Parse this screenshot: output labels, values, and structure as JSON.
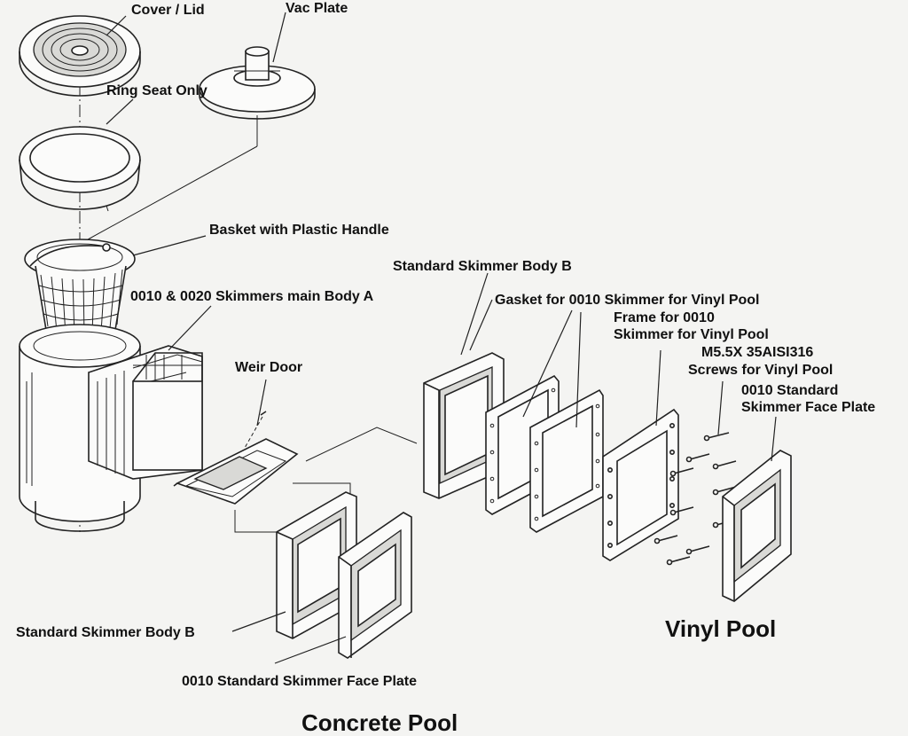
{
  "labels": {
    "cover_lid": "Cover / Lid",
    "vac_plate": "Vac Plate",
    "ring_seat": "Ring Seat Only",
    "basket": "Basket with Plastic Handle",
    "main_body": "0010 & 0020 Skimmers main Body A",
    "weir_door": "Weir Door",
    "std_body_b_vinyl": "Standard Skimmer Body B",
    "gasket": "Gasket for 0010 Skimmer for Vinyl Pool",
    "frame_line1": "Frame for 0010",
    "frame_line2": "Skimmer for Vinyl Pool",
    "screws_line1": "M5.5X 35AISI316",
    "screws_line2": "Screws for Vinyl Pool",
    "face_plate_vinyl_line1": "0010 Standard",
    "face_plate_vinyl_line2": "Skimmer Face Plate",
    "std_body_b_concrete": "Standard Skimmer Body B",
    "face_plate_concrete": "0010 Standard Skimmer Face Plate"
  },
  "section_titles": {
    "vinyl": "Vinyl Pool",
    "concrete": "Concrete Pool"
  }
}
